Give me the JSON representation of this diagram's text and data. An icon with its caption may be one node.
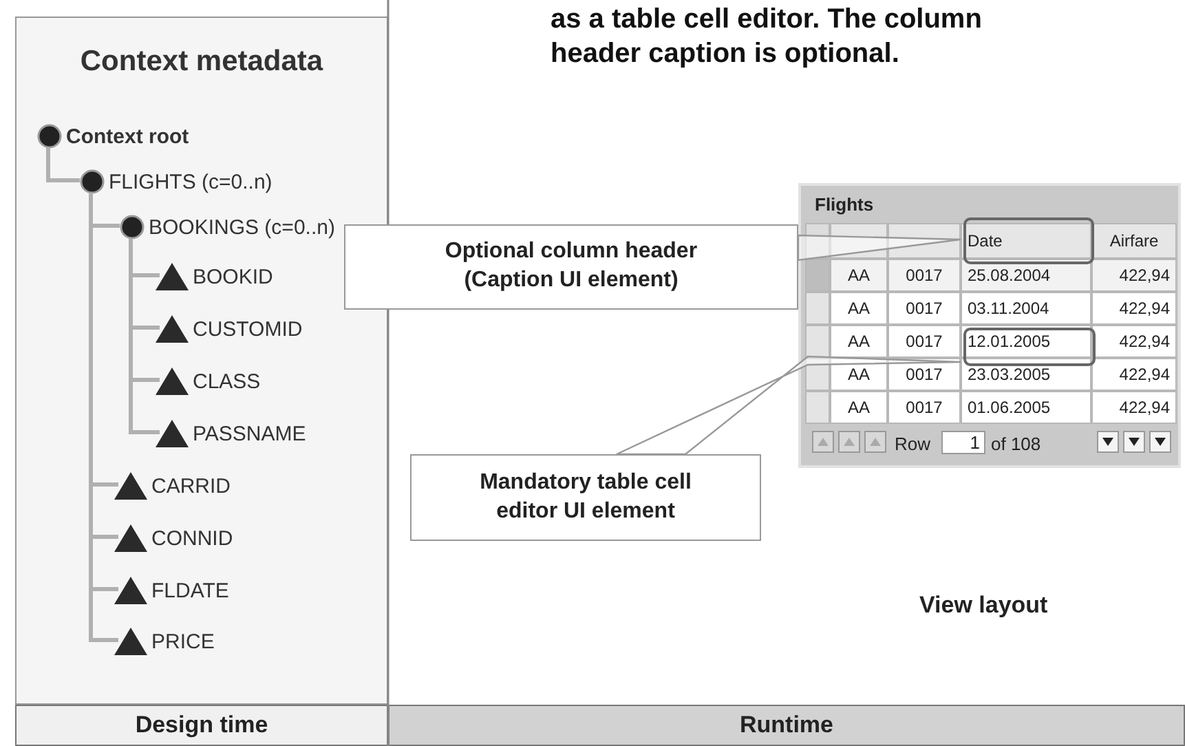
{
  "diagram": {
    "nodes": [
      {
        "text": [
          "Context metadata"
        ]
      },
      {
        "text": [
          "Context root"
        ],
        "in": 0
      },
      {
        "text": [
          "FLIGHTS (c=0..n)"
        ],
        "in": 0
      },
      {
        "text": [
          "BOOKINGS (c=0..n)"
        ],
        "in": 0
      },
      {
        "text": [
          "BOOKID"
        ],
        "in": 0
      },
      {
        "text": [
          "CUSTOMID"
        ],
        "in": 0
      },
      {
        "text": [
          "CLASS"
        ],
        "in": 0
      },
      {
        "text": [
          "PASSNAME"
        ],
        "in": 0
      },
      {
        "text": [
          "CARRID"
        ],
        "in": 0
      },
      {
        "text": [
          "CONNID"
        ],
        "in": 0
      },
      {
        "text": [
          "FLDATE"
        ],
        "in": 0
      },
      {
        "text": [
          "PRICE"
        ],
        "in": 0
      },
      {
        "text": [
          "Flights"
        ]
      },
      {
        "text": [
          "Optional column header (Caption UI element)"
        ]
      },
      {
        "text": [],
        "shape": "box",
        "in": 12
      },
      {
        "text": [],
        "shape": "box",
        "in": 12
      },
      {
        "text": [
          "Mandatory table cell editor UI element"
        ]
      },
      {
        "text": [
          "Design time"
        ]
      },
      {
        "text": [
          "Runtime"
        ]
      }
    ],
    "edges": [
      {
        "from": 1,
        "to": 2,
        "arrow": "none"
      },
      {
        "from": 2,
        "to": 3,
        "arrow": "none"
      },
      {
        "from": 3,
        "to": 4,
        "arrow": "none"
      },
      {
        "from": 3,
        "to": 5,
        "arrow": "none"
      },
      {
        "from": 3,
        "to": 6,
        "arrow": "none"
      },
      {
        "from": 3,
        "to": 7,
        "arrow": "none"
      },
      {
        "from": 2,
        "to": 8,
        "arrow": "none"
      },
      {
        "from": 2,
        "to": 9,
        "arrow": "none"
      },
      {
        "from": 2,
        "to": 10,
        "arrow": "none"
      },
      {
        "from": 2,
        "to": 11,
        "arrow": "none"
      },
      {
        "from": 13,
        "to": 14,
        "arrow": "none"
      },
      {
        "from": 16,
        "to": 15,
        "arrow": "none"
      }
    ],
    "labels": [
      "as a table cell editor. The column header caption is optional.",
      "Date",
      "Airfare",
      "AA",
      "0017",
      "25.08.2004",
      "422,94",
      "AA",
      "0017",
      "03.11.2004",
      "422,94",
      "AA",
      "0017",
      "12.01.2005",
      "422,94",
      "AA",
      "0017",
      "23.03.2005",
      "422,94",
      "AA",
      "0017",
      "01.06.2005",
      "422,94",
      "Row",
      "1",
      "of 108",
      "View layout"
    ]
  }
}
